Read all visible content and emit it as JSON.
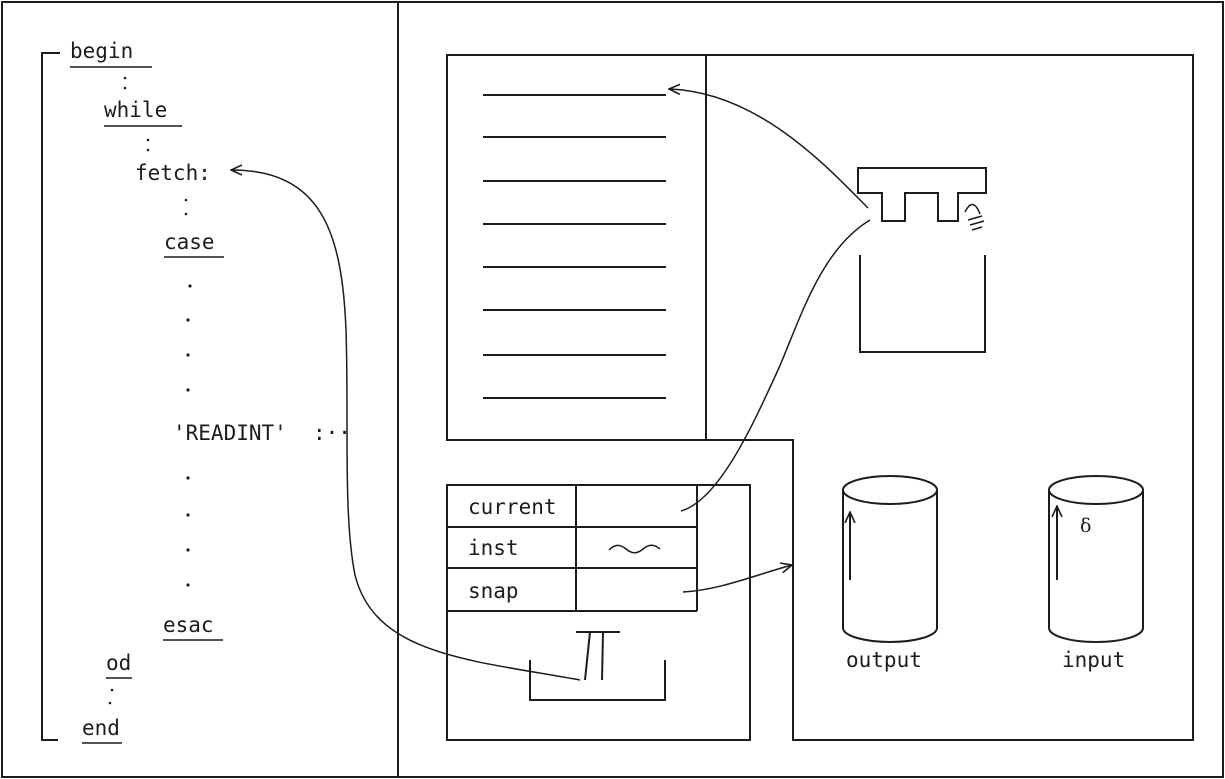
{
  "code": {
    "begin": "begin",
    "while": "while",
    "fetch": "fetch:",
    "case": "case",
    "readint": "'READINT'",
    "esac": "esac",
    "od": "od",
    "end": "end"
  },
  "fields": {
    "current": "current",
    "inst": "inst",
    "snap": "snap"
  },
  "devices": {
    "output": "output",
    "input": "input",
    "input_mark": "δ"
  }
}
